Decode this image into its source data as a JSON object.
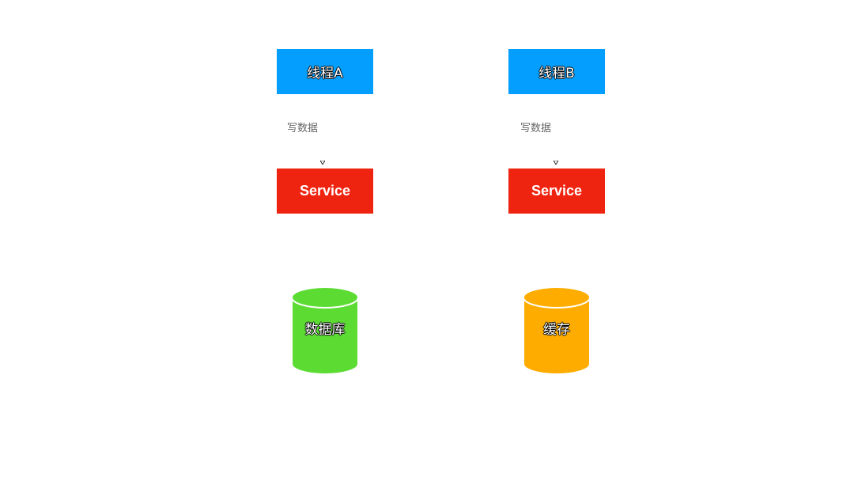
{
  "nodes": {
    "thread_a": {
      "label": "线程A",
      "color": "#049ffe"
    },
    "thread_b": {
      "label": "线程B",
      "color": "#049ffe"
    },
    "service_a": {
      "label": "Service",
      "color": "#ef2410"
    },
    "service_b": {
      "label": "Service",
      "color": "#ef2410"
    },
    "database": {
      "label": "数据库",
      "color": "#5cdc33"
    },
    "cache": {
      "label": "缓存",
      "color": "#fead00"
    }
  },
  "edges": {
    "thread_a_to_service_a": {
      "label": "写数据"
    },
    "thread_b_to_service_b": {
      "label": "写数据"
    }
  }
}
